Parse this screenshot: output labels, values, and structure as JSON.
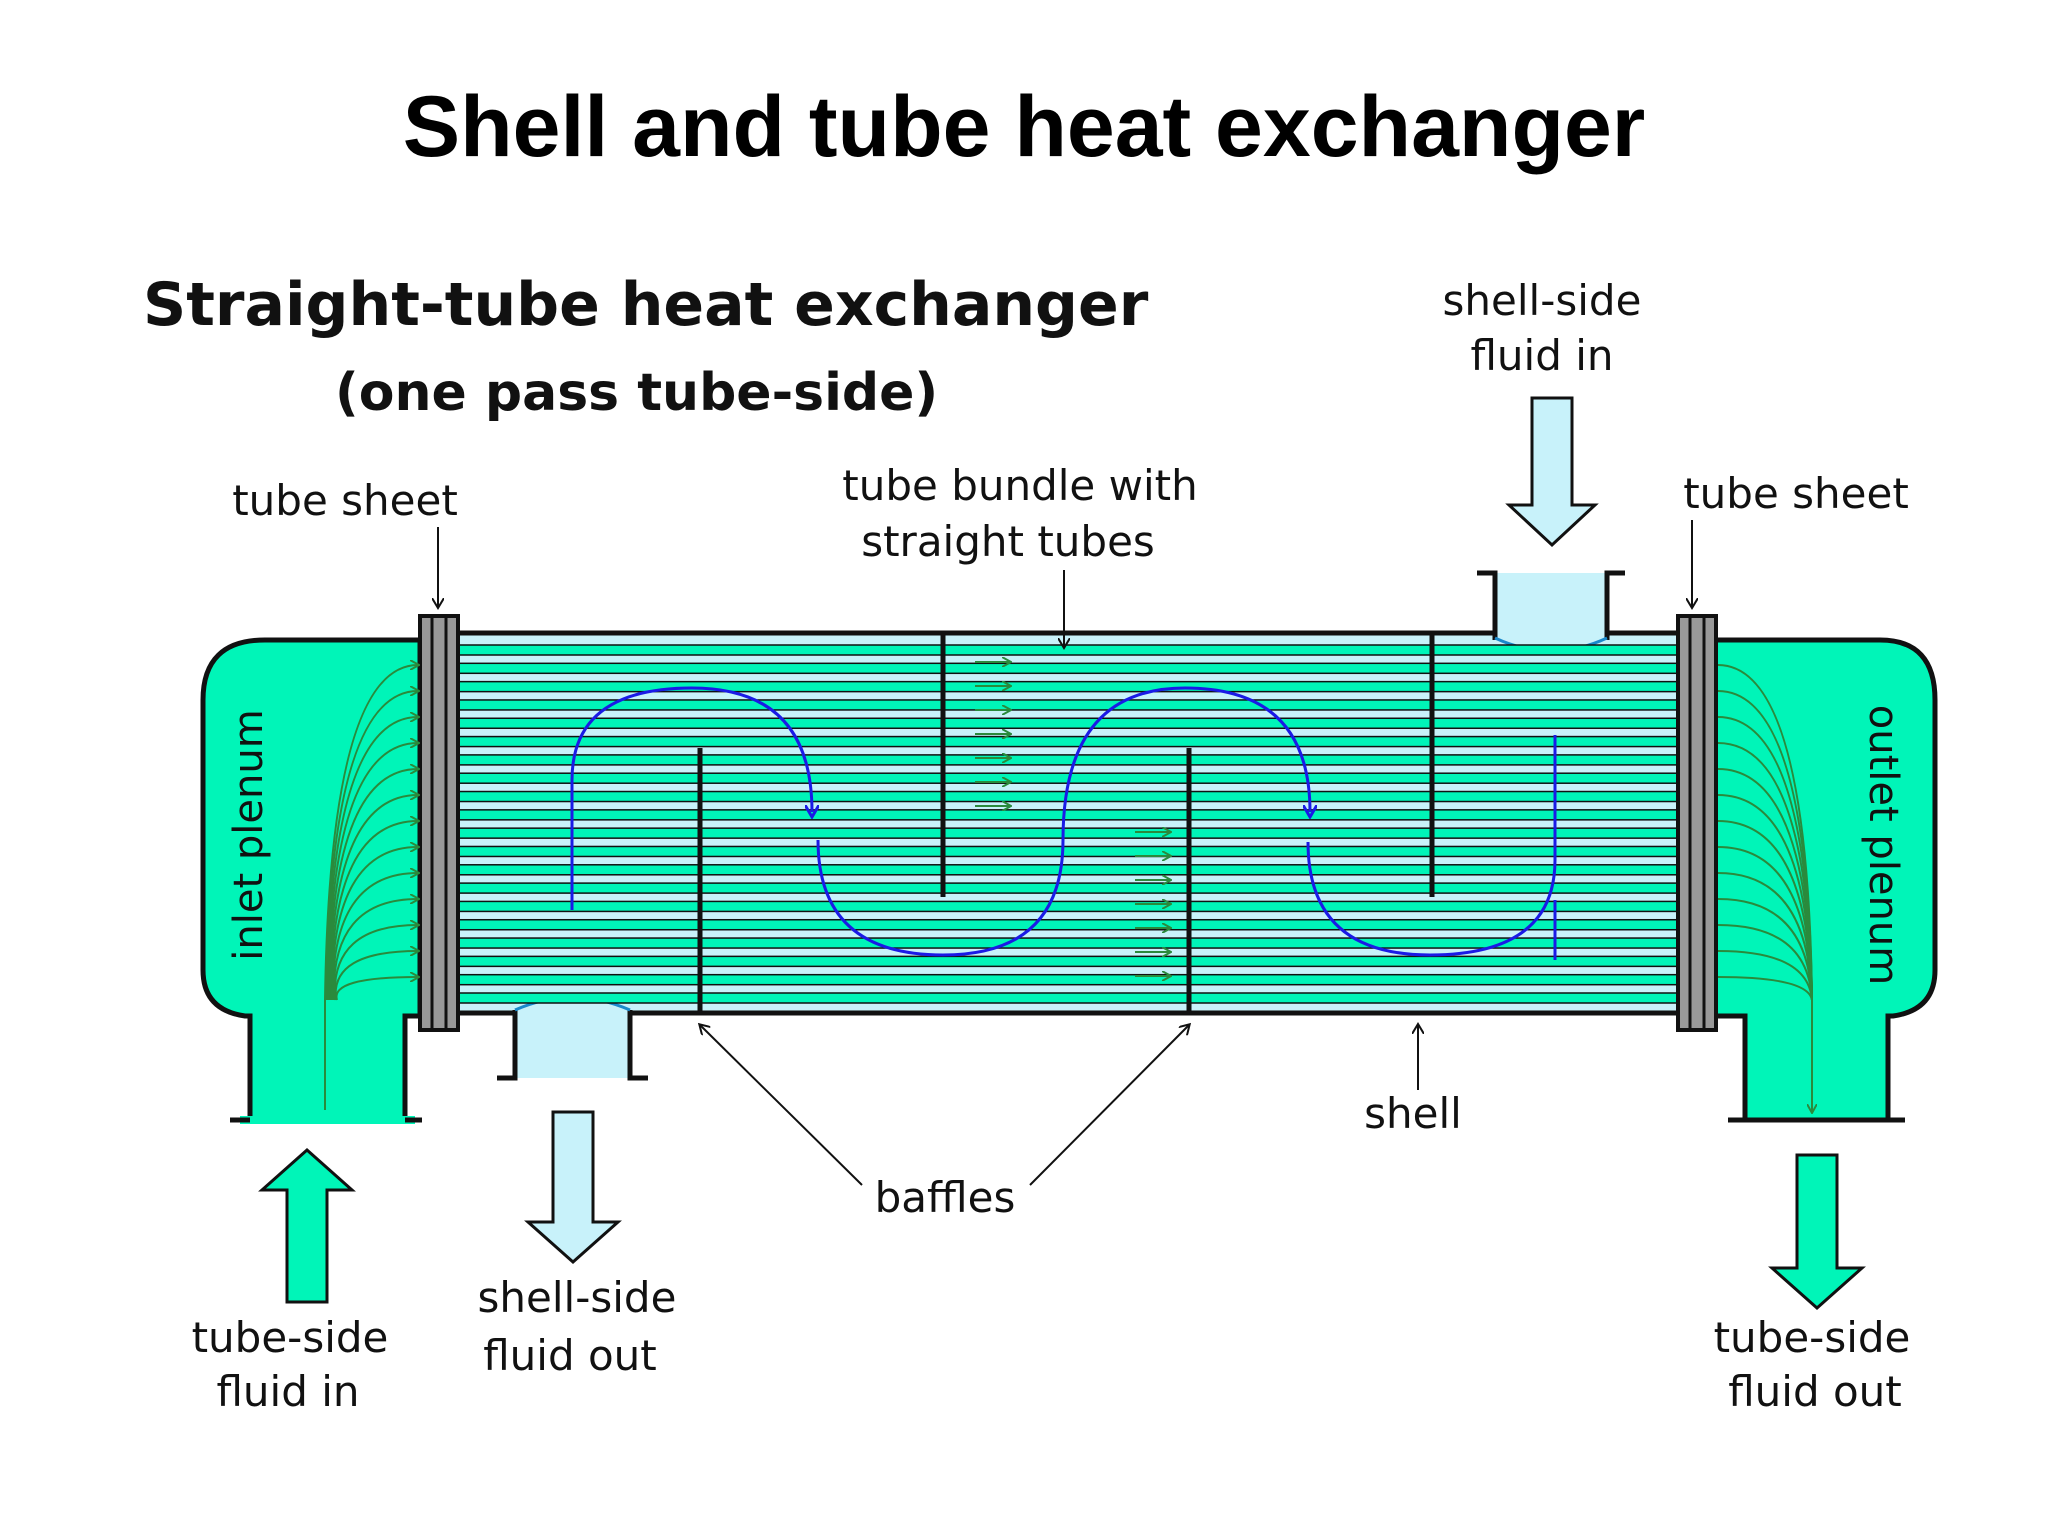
{
  "slide": {
    "title": "Shell and tube heat exchanger"
  },
  "diagram": {
    "heading": "Straight-tube heat exchanger",
    "subheading": "(one pass tube-side)",
    "labels": {
      "shell_in_1": "shell-side",
      "shell_in_2": "fluid in",
      "tube_sheet_left": "tube sheet",
      "tube_sheet_right": "tube sheet",
      "tube_bundle_1": "tube bundle with",
      "tube_bundle_2": "straight tubes",
      "inlet_plenum": "inlet plenum",
      "outlet_plenum": "outlet plenum",
      "shell": "shell",
      "baffles": "baffles",
      "tube_in_1": "tube-side",
      "tube_in_2": "fluid in",
      "shell_out_1": "shell-side",
      "shell_out_2": "fluid out",
      "tube_out_1": "tube-side",
      "tube_out_2": "fluid out"
    },
    "colors": {
      "tube_fluid": "#00f5b8",
      "shell_fluid": "#c8f2fa",
      "flow_path": "#1a1ae6",
      "tube_flow_arrows": "#2a8a3c",
      "outline": "#111111"
    }
  }
}
